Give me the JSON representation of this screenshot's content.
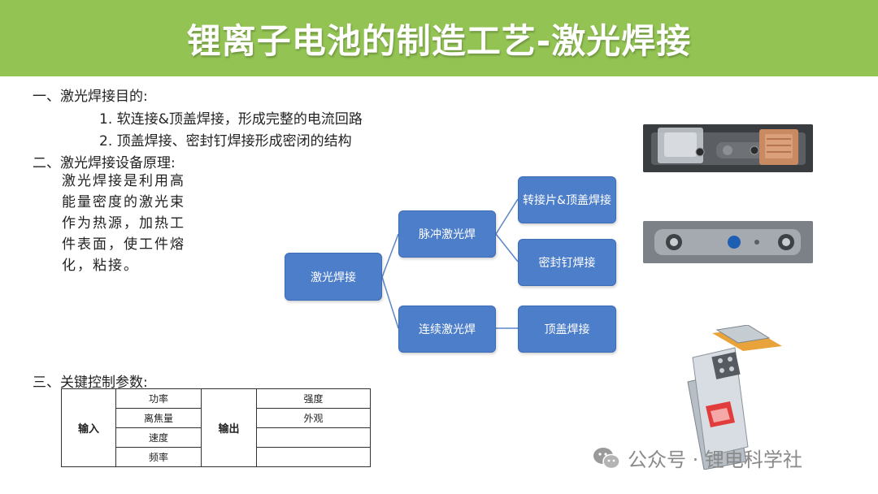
{
  "title": "锂离子电池的制造工艺-激光焊接",
  "section1": {
    "heading": "一、激光焊接目的:",
    "items": [
      "1. 软连接&顶盖焊接，形成完整的电流回路",
      "2. 顶盖焊接、密封钉焊接形成密闭的结构"
    ]
  },
  "section2": {
    "heading": "二、激光焊接设备原理:",
    "lines": [
      "激光焊接是利用高",
      "能量密度的激光束",
      "作为热源，加热工",
      "件表面，使工件熔",
      "化，粘接。"
    ]
  },
  "diagram": {
    "root": "激光焊接",
    "pulse": "脉冲激光焊",
    "continuous": "连续激光焊",
    "leaf_tab": "转接片&顶盖焊接",
    "leaf_seal": "密封钉焊接",
    "leaf_cap": "顶盖焊接"
  },
  "section3": {
    "heading": "三、关键控制参数:",
    "input_label": "输入",
    "output_label": "输出",
    "inputs": [
      "功率",
      "离焦量",
      "速度",
      "频率"
    ],
    "outputs": [
      "强度",
      "外观",
      "",
      ""
    ]
  },
  "watermark": {
    "text": "公众号 · 锂电科学社",
    "icon": "wechat-icon"
  },
  "colors": {
    "title_bar": "#92c353",
    "box_fill": "#4d7ec9",
    "connector": "#5b86c8"
  }
}
